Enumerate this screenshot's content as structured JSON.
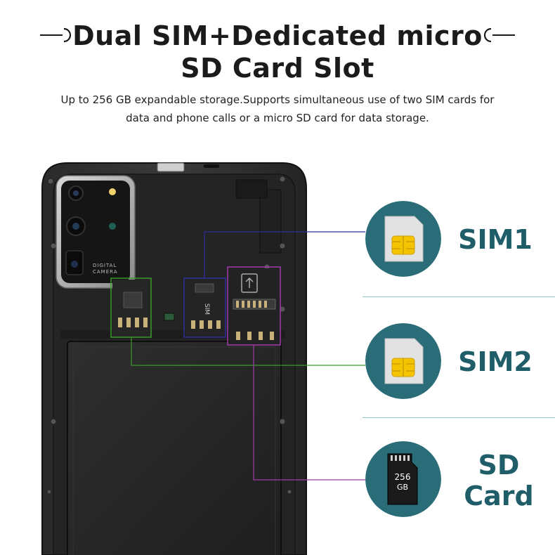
{
  "header": {
    "title_line1": "Dual SIM+Dedicated micro",
    "title_line2": "SD Card Slot",
    "subtitle_line1": "Up to 256 GB expandable storage.Supports simultaneous use of two SIM cards for",
    "subtitle_line2": "data and phone calls or a micro SD card for data storage."
  },
  "phone": {
    "camera_label_line1": "DIGITAL",
    "camera_label_line2": "CAMERA",
    "slot_mark": "SIM"
  },
  "features": [
    {
      "label": "SIM1",
      "icon": "sim-card-icon"
    },
    {
      "label": "SIM2",
      "icon": "sim-card-icon"
    },
    {
      "label_line1": "SD",
      "label_line2": "Card",
      "icon": "micro-sd-card-icon",
      "card_text_line1": "256",
      "card_text_line2": "GB"
    }
  ],
  "colors": {
    "accent": "#1f5e69",
    "badge": "#2a6d78",
    "sim1_line": "#2f2f9a",
    "sim2_line": "#3a9a2a",
    "sd_line": "#a03aa8"
  }
}
